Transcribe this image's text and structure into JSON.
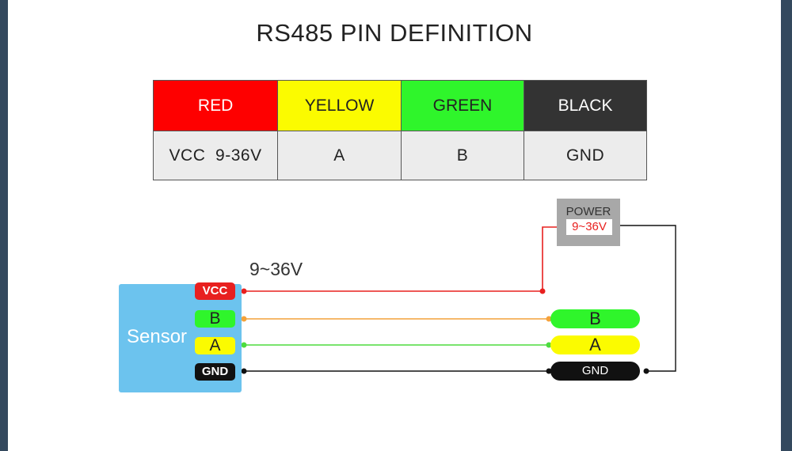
{
  "title": "RS485 PIN DEFINITION",
  "pin_table": {
    "colors": [
      "RED",
      "YELLOW",
      "GREEN",
      "BLACK"
    ],
    "functions": [
      "VCC  9-36V",
      "A",
      "B",
      "GND"
    ],
    "color_fills": [
      "#fe0000",
      "#fbfb00",
      "#2ff52b",
      "#333333"
    ]
  },
  "diagram": {
    "sensor_label": "Sensor",
    "sensor_pins": [
      "VCC",
      "B",
      "A",
      "GND"
    ],
    "voltage_note": "9~36V",
    "power_title": "POWER",
    "power_voltage": "9~36V",
    "bus_labels": [
      "B",
      "A",
      "GND"
    ],
    "colors": {
      "vcc": "#e8201f",
      "b": "#f4a23a",
      "a": "#4ddc3e",
      "gnd": "#111111",
      "sensor": "#6cc3ee",
      "green_pill": "#2ff52b",
      "yellow_pill": "#fbfb00"
    }
  }
}
